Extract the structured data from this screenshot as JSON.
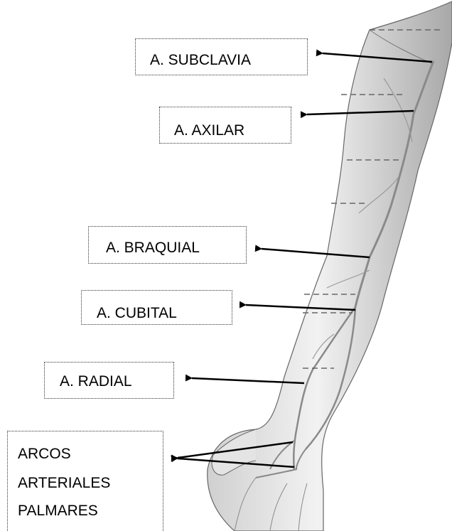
{
  "labels": {
    "subclavia": "A. SUBCLAVIA",
    "axilar": "A. AXILAR",
    "braquial": "A. BRAQUIAL",
    "cubital": "A. CUBITAL",
    "radial": "A. RADIAL",
    "arcos": [
      "ARCOS",
      "ARTERIALES",
      "PALMARES"
    ]
  },
  "colors": {
    "text": "#000000",
    "box_border": "#333333",
    "arrow": "#000000",
    "arm_skin": "#ececec",
    "arm_outline": "#555555",
    "artery": "#8a8a8a"
  }
}
